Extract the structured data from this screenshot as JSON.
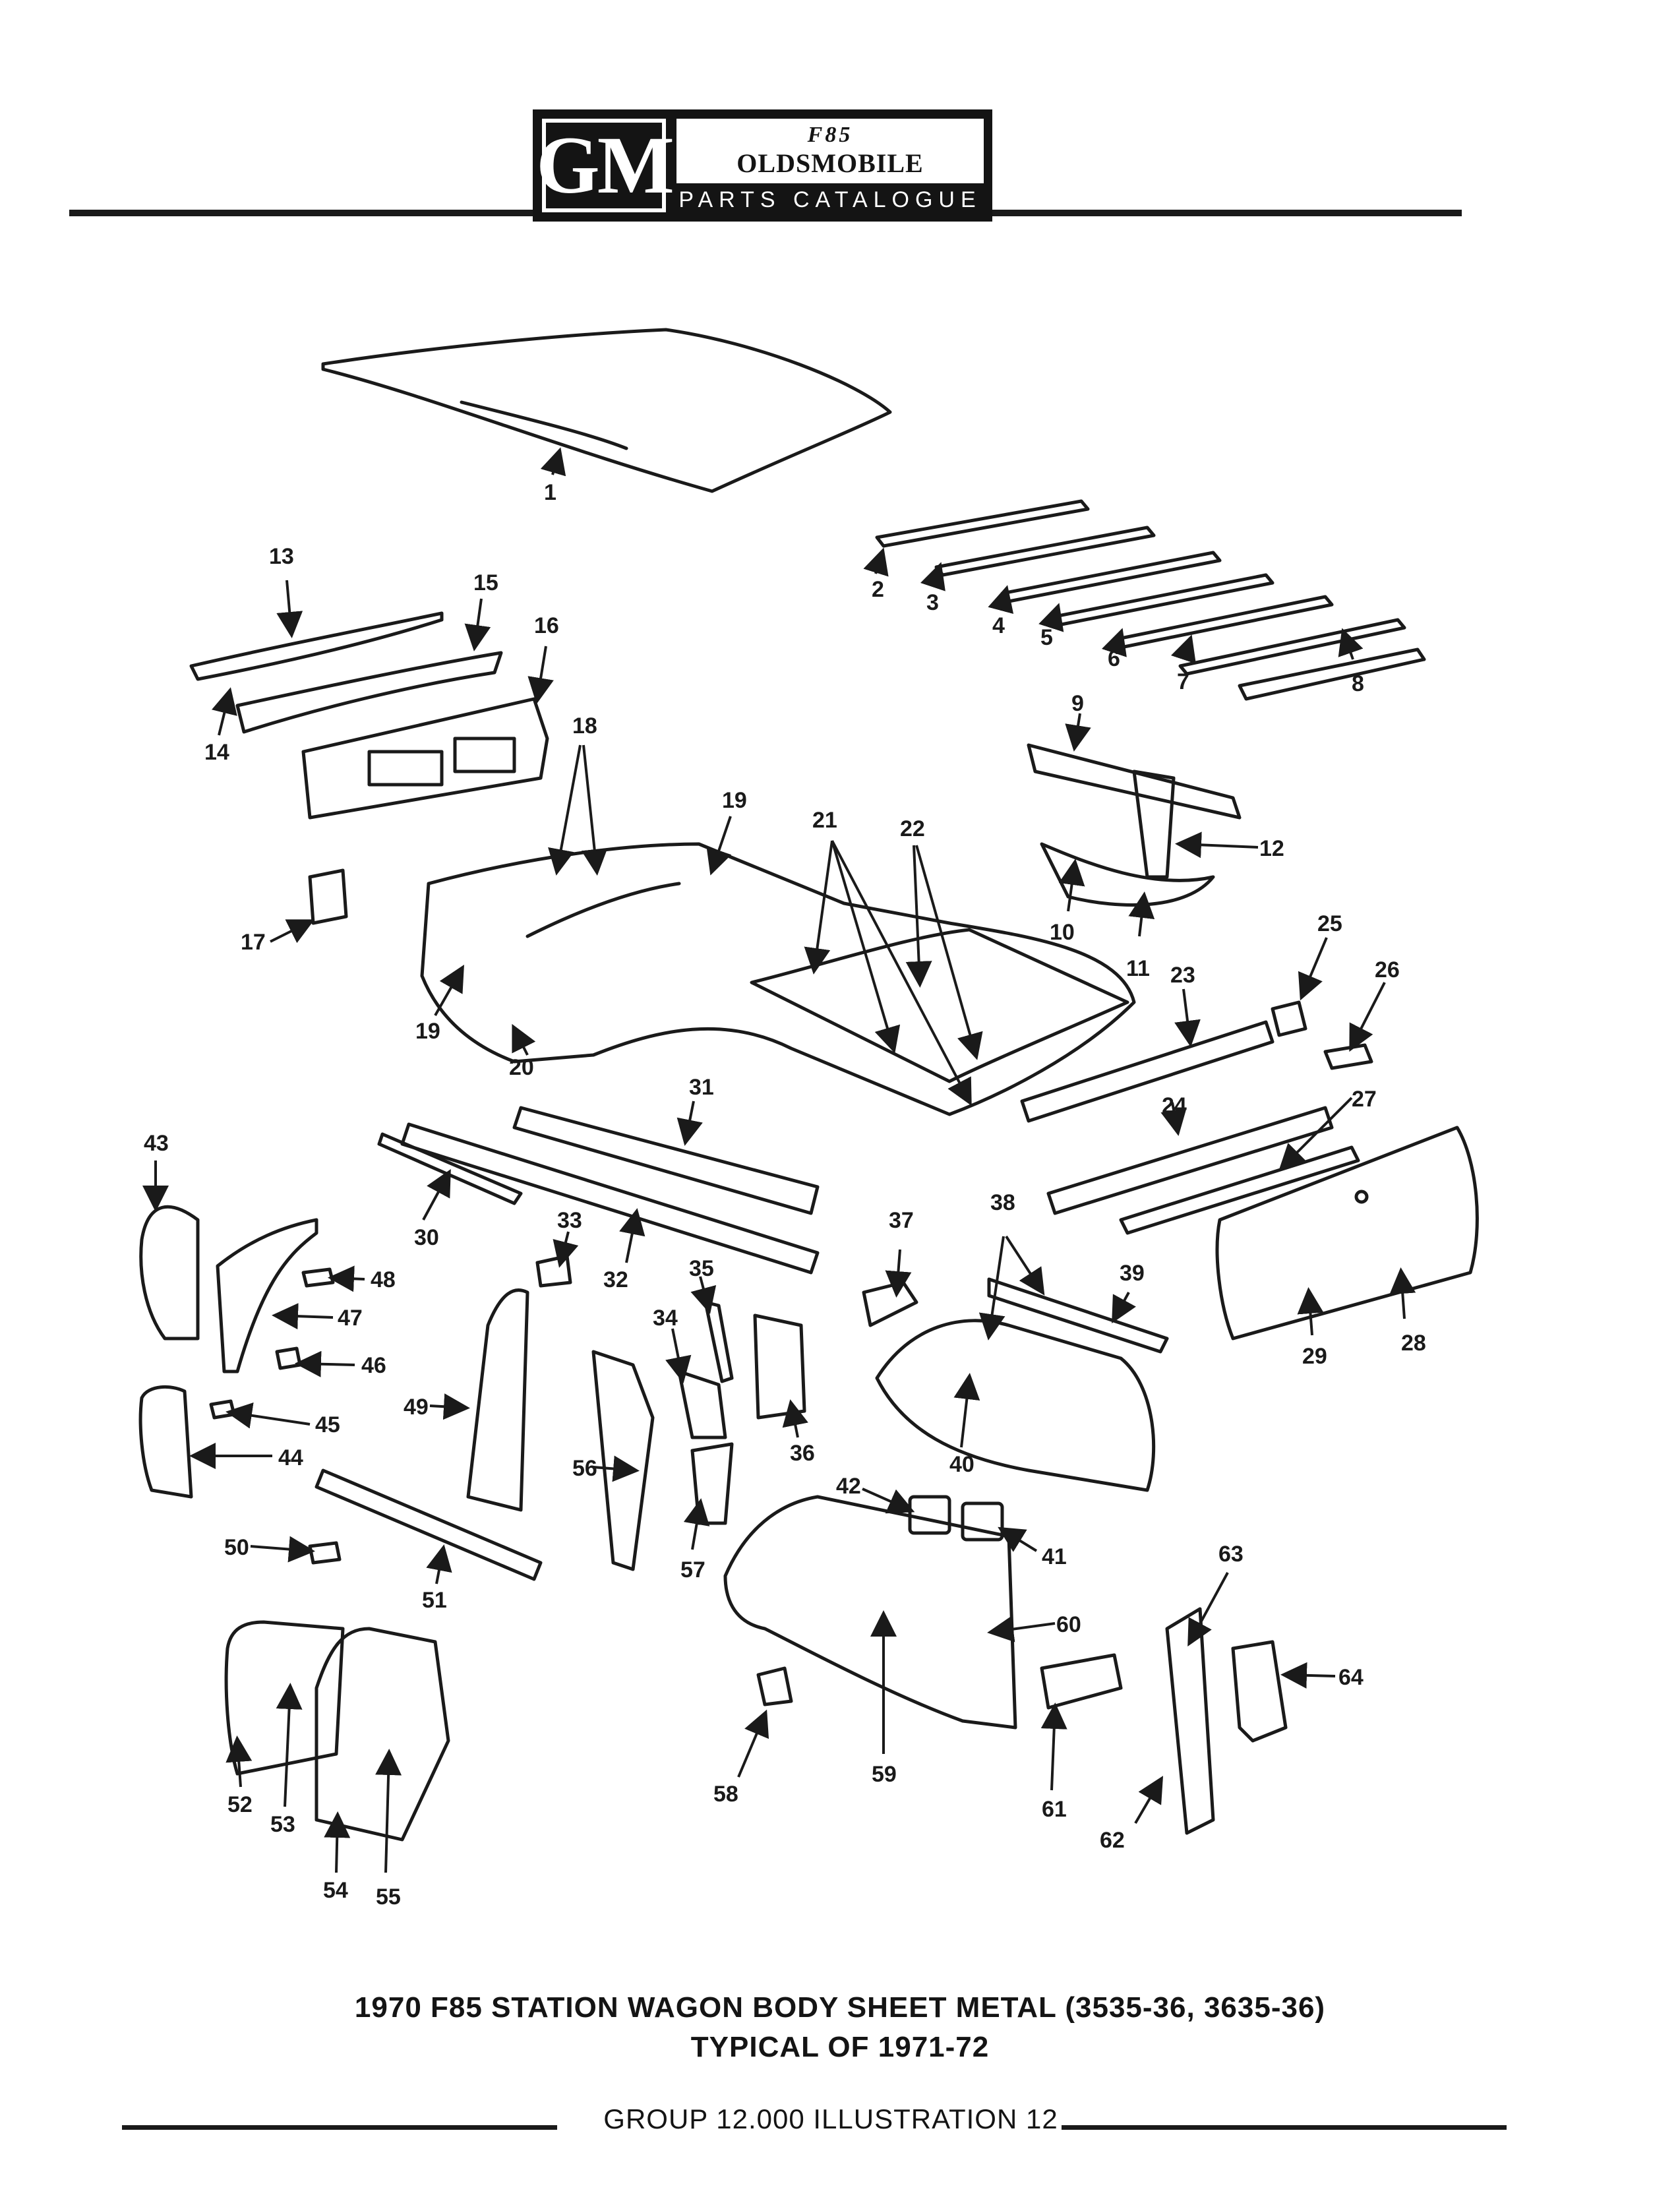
{
  "header": {
    "gm_logo": "GM",
    "model": "F85",
    "brand": "OLDSMOBILE",
    "catalogue": "PARTS CATALOGUE"
  },
  "caption": {
    "line1": "1970 F85 STATION WAGON BODY SHEET METAL (3535-36, 3635-36)",
    "line2": "TYPICAL OF 1971-72"
  },
  "footer": {
    "text": "GROUP 12.000 ILLUSTRATION 12"
  },
  "callouts": {
    "c1": "1",
    "c2": "2",
    "c3": "3",
    "c4": "4",
    "c5": "5",
    "c6": "6",
    "c7": "7",
    "c8": "8",
    "c9": "9",
    "c10": "10",
    "c11": "11",
    "c12": "12",
    "c13": "13",
    "c14": "14",
    "c15": "15",
    "c16": "16",
    "c17": "17",
    "c18": "18",
    "c19a": "19",
    "c19b": "19",
    "c20": "20",
    "c21": "21",
    "c22": "22",
    "c23": "23",
    "c24": "24",
    "c25": "25",
    "c26": "26",
    "c27": "27",
    "c28": "28",
    "c29": "29",
    "c30": "30",
    "c31": "31",
    "c32": "32",
    "c33": "33",
    "c34": "34",
    "c35": "35",
    "c36": "36",
    "c37": "37",
    "c38": "38",
    "c39": "39",
    "c40": "40",
    "c41": "41",
    "c42": "42",
    "c43": "43",
    "c44": "44",
    "c45": "45",
    "c46": "46",
    "c47": "47",
    "c48": "48",
    "c49": "49",
    "c50": "50",
    "c51": "51",
    "c52": "52",
    "c53": "53",
    "c54": "54",
    "c55": "55",
    "c56": "56",
    "c57": "57",
    "c58": "58",
    "c59": "59",
    "c60": "60",
    "c61": "61",
    "c62": "62",
    "c63": "63",
    "c64": "64"
  }
}
